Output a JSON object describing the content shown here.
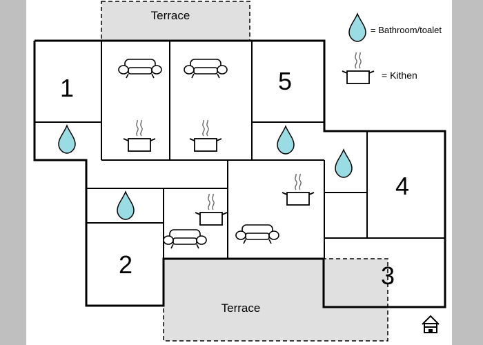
{
  "terraces": {
    "top": "Terrace",
    "bottom": "Terrace"
  },
  "rooms": {
    "r1": "1",
    "r2": "2",
    "r3": "3",
    "r4": "4",
    "r5": "5"
  },
  "legend": {
    "bathroom": "= Bathroom/toalet",
    "kitchen": "= Kithen"
  },
  "icons": {
    "bathroom": "water-drop-icon",
    "kitchen": "cooking-pot-icon",
    "sofa": "sofa-icon",
    "home": "home-icon"
  },
  "colors": {
    "drop_fill": "#9adce3",
    "terrace_fill": "#e0e0e0",
    "wall": "#000000"
  }
}
